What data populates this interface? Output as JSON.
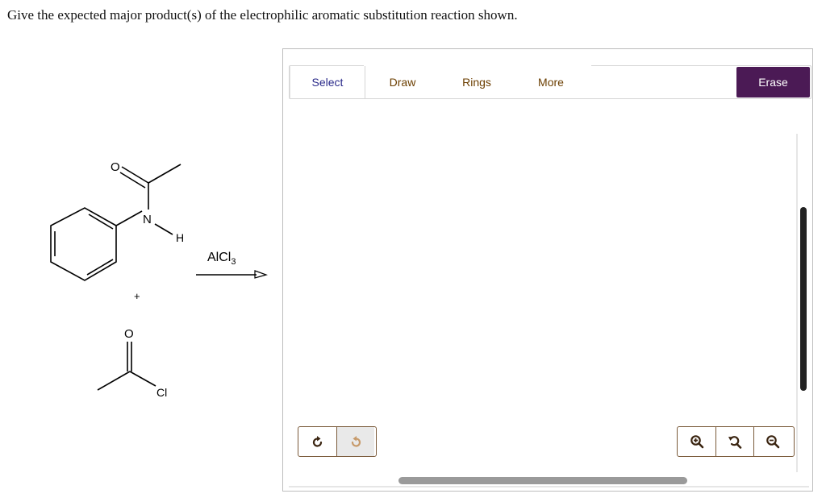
{
  "question": "Give the expected major product(s) of the electrophilic aromatic substitution reaction shown.",
  "scheme": {
    "reagent_main": "AlCl",
    "reagent_sub": "3",
    "plus": "+",
    "atom_O1": "O",
    "atom_N": "N",
    "atom_H": "H",
    "atom_O2": "O",
    "atom_Cl": "Cl"
  },
  "toolbar": {
    "tabs": [
      {
        "label": "Select",
        "active": true
      },
      {
        "label": "Draw",
        "active": false
      },
      {
        "label": "Rings",
        "active": false
      },
      {
        "label": "More",
        "active": false
      }
    ],
    "erase_label": "Erase"
  },
  "colors": {
    "accent": "#4b1a55",
    "tab_text": "#6b3e00",
    "icon": "#4a2a10"
  },
  "icons": {
    "undo": "undo-icon",
    "redo": "redo-icon",
    "zoom_in": "zoom-in-icon",
    "zoom_reset": "zoom-reset-icon",
    "zoom_out": "zoom-out-icon"
  }
}
